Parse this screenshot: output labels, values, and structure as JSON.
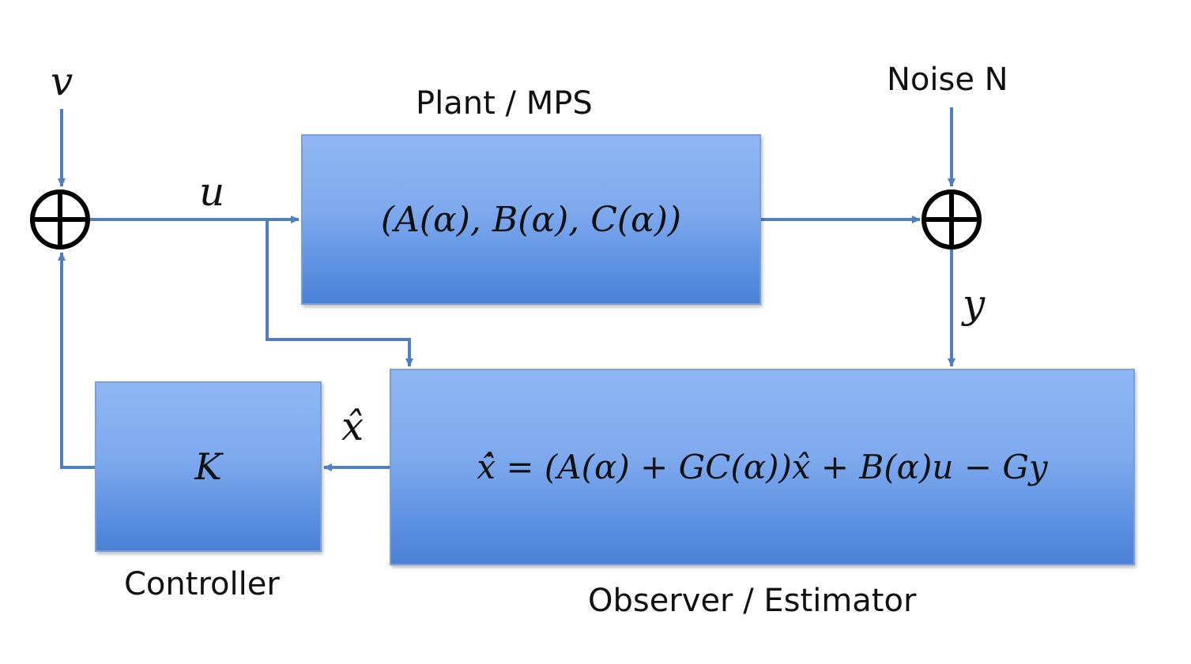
{
  "blocks": {
    "plant": {
      "title": "Plant / MPS",
      "equation": "(A(α), B(α), C(α))"
    },
    "observer": {
      "title": "Observer / Estimator",
      "equation": "x̂̇ = (A(α) + GC(α))x̂ + B(α)u − Gy"
    },
    "controller": {
      "title": "Controller",
      "equation": "K"
    }
  },
  "signals": {
    "v": "v",
    "u": "u",
    "y": "y",
    "xhat": "x̂",
    "noise": "Noise N"
  },
  "colors": {
    "block_fill_top": "#8fb7f4",
    "block_fill_bottom": "#4a80d6",
    "wire": "#4f7fbf"
  }
}
